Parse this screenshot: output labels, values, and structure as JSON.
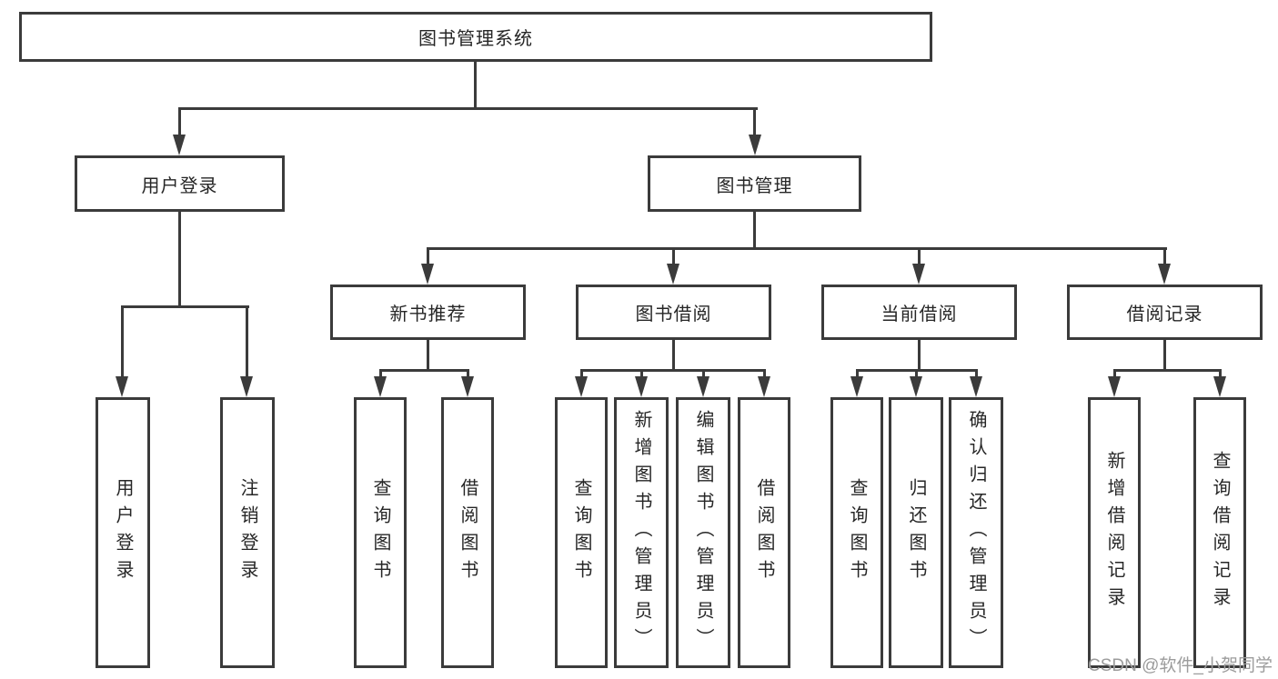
{
  "diagram": {
    "root": {
      "label": "图书管理系统"
    },
    "branches": [
      {
        "label": "用户登录",
        "children": [
          {
            "label": "用户登录"
          },
          {
            "label": "注销登录"
          }
        ]
      },
      {
        "label": "图书管理",
        "children": [
          {
            "label": "新书推荐",
            "children": [
              {
                "label": "查询图书"
              },
              {
                "label": "借阅图书"
              }
            ]
          },
          {
            "label": "图书借阅",
            "children": [
              {
                "label": "查询图书"
              },
              {
                "label": "新增图书（管理员）"
              },
              {
                "label": "编辑图书（管理员）"
              },
              {
                "label": "借阅图书"
              }
            ]
          },
          {
            "label": "当前借阅",
            "children": [
              {
                "label": "查询图书"
              },
              {
                "label": "归还图书"
              },
              {
                "label": "确认归还（管理员）"
              }
            ]
          },
          {
            "label": "借阅记录",
            "children": [
              {
                "label": "新增借阅记录"
              },
              {
                "label": "查询借阅记录"
              }
            ]
          }
        ]
      }
    ]
  },
  "watermark": {
    "text": "CSDN @软件_小贺同学"
  },
  "colors": {
    "line": "#3b3b3b",
    "box_border": "#3b3b3b",
    "text": "#262626",
    "background": "#ffffff",
    "watermark": "#9c9c9c"
  }
}
